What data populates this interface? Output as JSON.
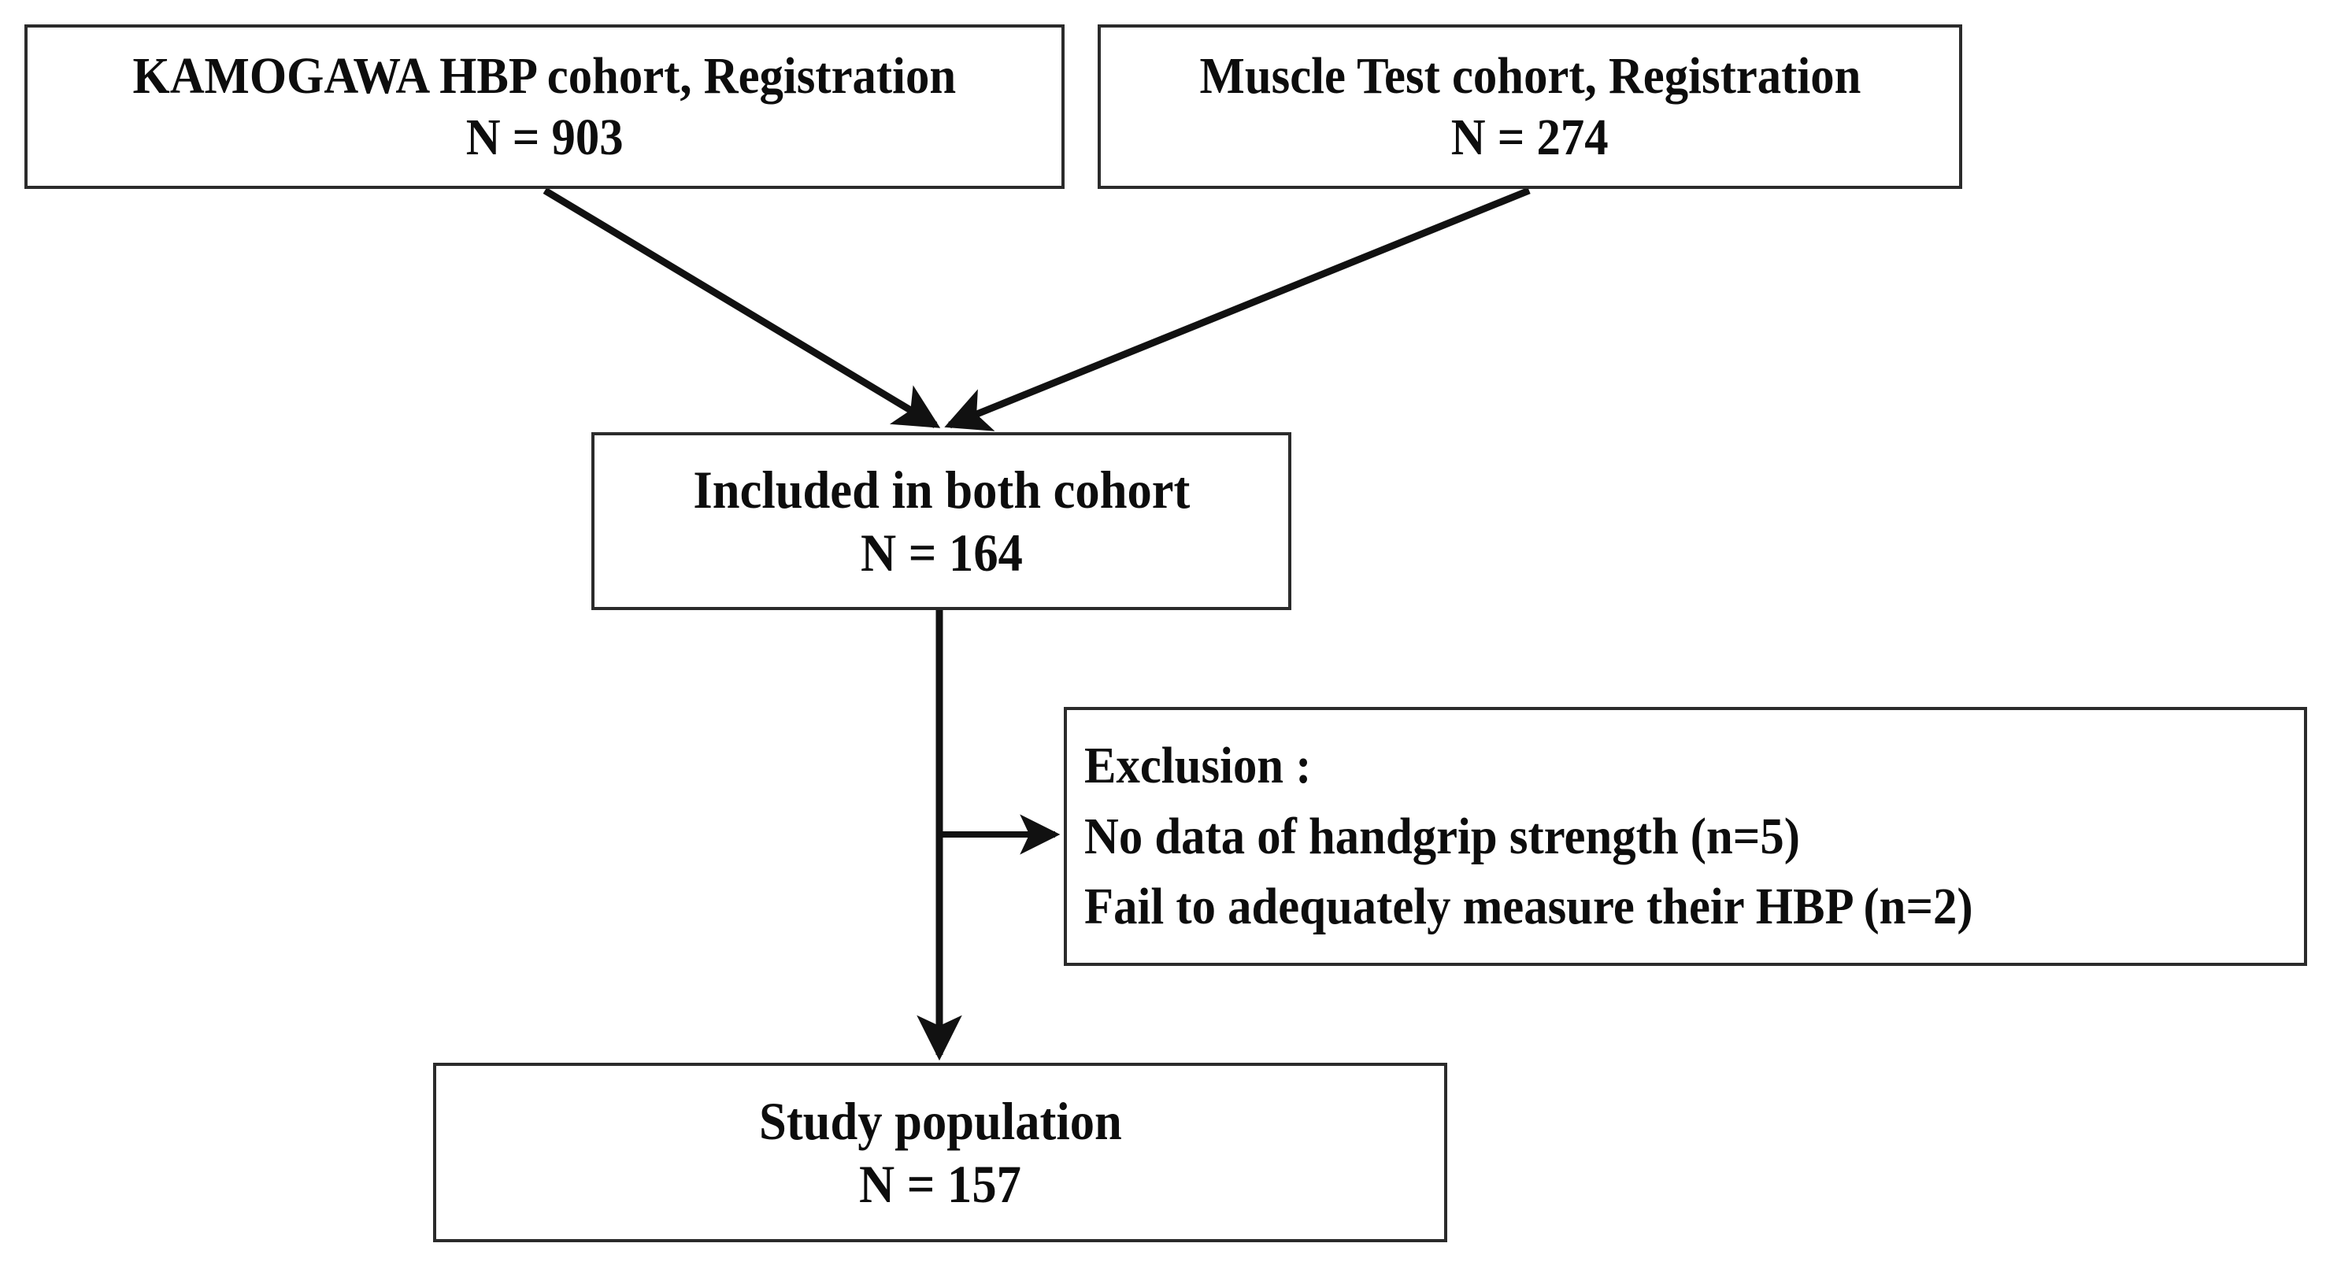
{
  "diagram": {
    "title": "Study participant flow diagram",
    "type": "flowchart",
    "stroke_color": "#2b2b2b",
    "text_color": "#0d0d0d",
    "background_color": "#ffffff"
  },
  "nodes": {
    "kamogawa_cohort": {
      "line1": "KAMOGAWA HBP cohort, Registration",
      "line2": "N = 903"
    },
    "muscle_test_cohort": {
      "line1": "Muscle Test cohort, Registration",
      "line2": "N = 274"
    },
    "included_both": {
      "line1": "Included in both cohort",
      "line2": "N = 164"
    },
    "exclusion": {
      "line1": "Exclusion :",
      "line2": "No data of handgrip strength (n=5)",
      "line3": "Fail to adequately measure their HBP (n=2)"
    },
    "study_population": {
      "line1": "Study population",
      "line2": "N = 157"
    }
  },
  "edges": [
    {
      "name": "kamogawa-to-included",
      "from": "kamogawa_cohort",
      "to": "included_both",
      "style": "diagonal-arrow"
    },
    {
      "name": "muscle-test-to-included",
      "from": "muscle_test_cohort",
      "to": "included_both",
      "style": "diagonal-arrow"
    },
    {
      "name": "included-to-study-population",
      "from": "included_both",
      "to": "study_population",
      "style": "vertical-arrow"
    },
    {
      "name": "included-to-exclusion",
      "from": "included_both",
      "to": "exclusion",
      "style": "horizontal-branch-arrow"
    }
  ]
}
